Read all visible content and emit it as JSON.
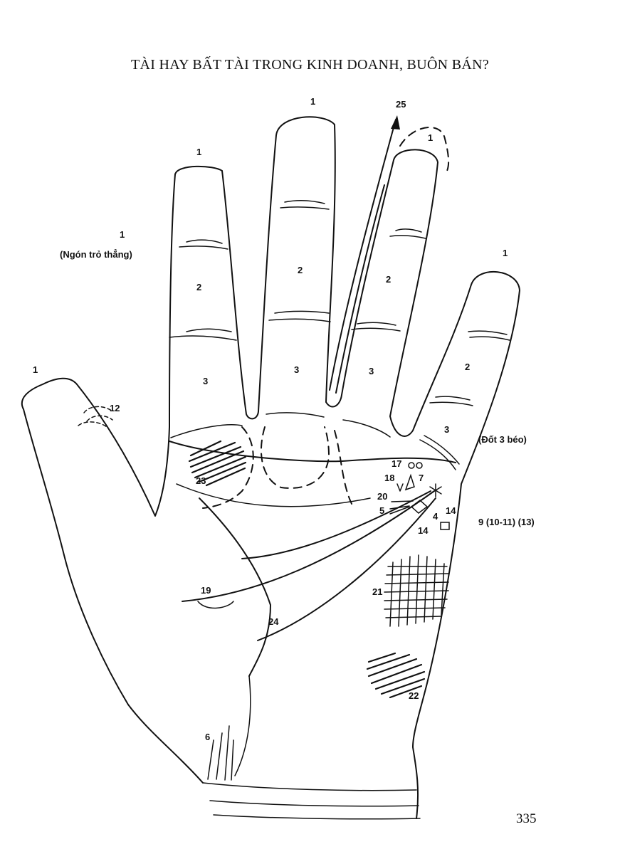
{
  "title": "TÀI HAY BẤT TÀI TRONG KINH DOANH, BUÔN BÁN?",
  "page_number": "335",
  "labels": {
    "thumb_tip": "1",
    "index_tip": "1",
    "index_note_num": "1",
    "index_note": "(Ngón trỏ thẳng)",
    "middle_tip": "1",
    "ring_tip_dashed": "1",
    "little_tip": "1",
    "index_2": "2",
    "index_3": "3",
    "middle_2": "2",
    "middle_3": "3",
    "ring_2": "2",
    "ring_3": "3",
    "little_2": "2",
    "little_3": "3",
    "little_note": "(Đốt 3 béo)",
    "thumb_whorl": "12",
    "arrow_line": "25",
    "mount_hatch": "23",
    "circles": "17",
    "triangle_18": "18",
    "mark_7": "7",
    "mark_20": "20",
    "mark_5": "5",
    "mark_4": "4",
    "mark_14_upper": "14",
    "mark_14_lower": "14",
    "right_note": "9 (10-11) (13)",
    "line_19": "19",
    "line_24": "24",
    "grid_21": "21",
    "hatch_22": "22",
    "wrist_6": "6"
  }
}
